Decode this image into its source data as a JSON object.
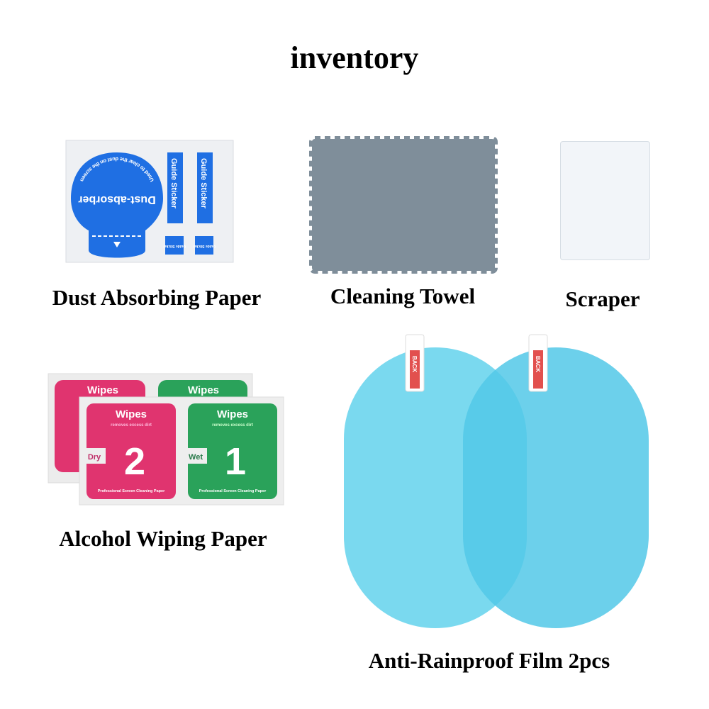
{
  "title": "inventory",
  "items": [
    {
      "label": "Dust Absorbing Paper",
      "product_text": {
        "main": "Dust-absorber",
        "sub": "Used to clear the dust on the screen",
        "sticker": "Guide Sticker",
        "tab": "Guide Sticker"
      }
    },
    {
      "label": "Cleaning Towel"
    },
    {
      "label": "Scraper"
    },
    {
      "label": "Alcohol Wiping Paper",
      "product_text": {
        "brand": "Wipes",
        "tagline": "removes excess dirt",
        "dry": "Dry",
        "wet": "Wet",
        "dry_number": "2",
        "wet_number": "1",
        "footer": "Professional Screen Cleaning Paper"
      }
    },
    {
      "label": "Anti-Rainproof Film 2pcs",
      "product_text": {
        "tab": "BACK"
      }
    }
  ],
  "colors": {
    "blue": "#1c6fe0",
    "towel": "#7f8e9a",
    "pink": "#e0346f",
    "green": "#2aa25a",
    "film": "#5fd0ea"
  }
}
